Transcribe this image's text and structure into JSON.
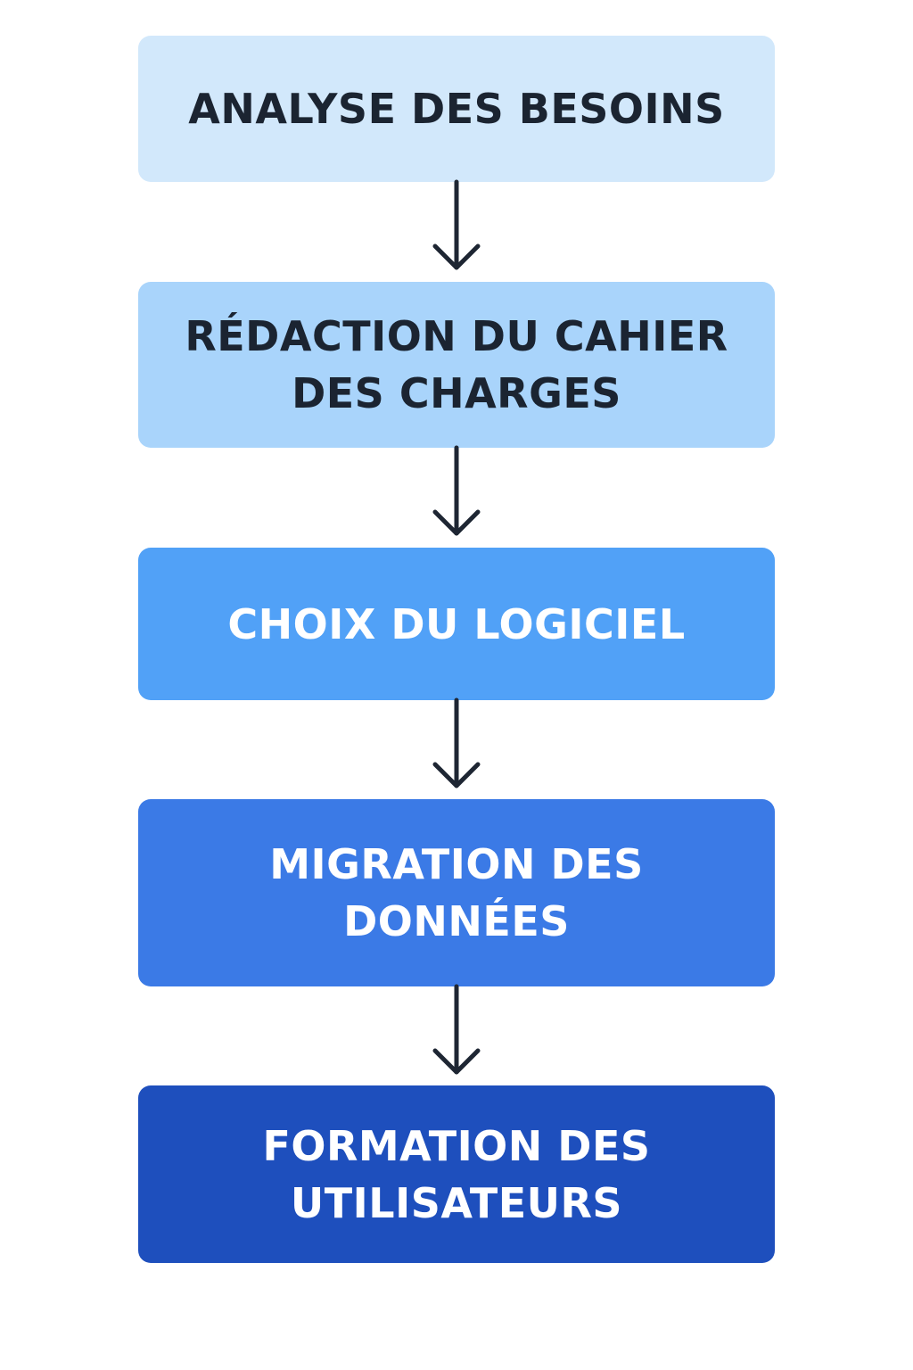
{
  "steps": [
    {
      "lines": [
        "ANALYSE DES BESOINS"
      ],
      "bg": "#d2e8fb",
      "color": "#1b2431"
    },
    {
      "lines": [
        "RÉDACTION DU CAHIER",
        "DES CHARGES"
      ],
      "bg": "#a9d4fb",
      "color": "#1b2431"
    },
    {
      "lines": [
        "CHOIX DU LOGICIEL"
      ],
      "bg": "#51a1f7",
      "color": "#ffffff"
    },
    {
      "lines": [
        "MIGRATION DES",
        "DONNÉES"
      ],
      "bg": "#3b7ae6",
      "color": "#ffffff"
    },
    {
      "lines": [
        "FORMATION DES",
        "UTILISATEURS"
      ],
      "bg": "#1e4fbd",
      "color": "#ffffff"
    }
  ],
  "arrow_color": "#1e2633"
}
